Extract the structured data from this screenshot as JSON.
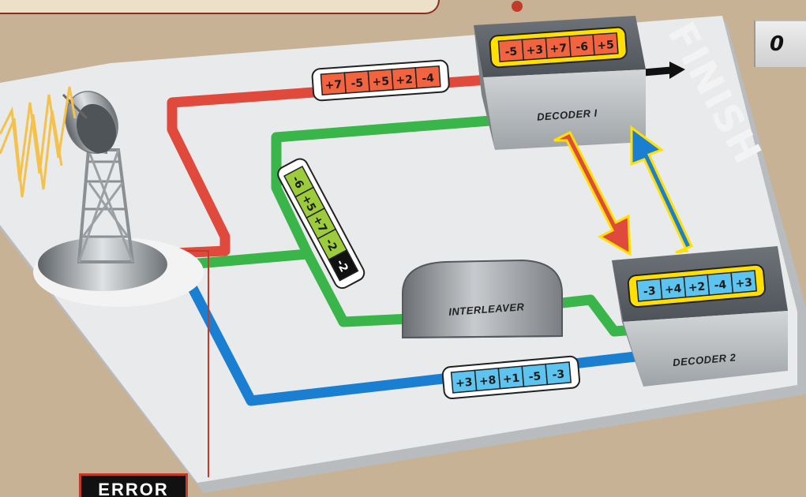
{
  "labels": {
    "finish": "FINISH",
    "decoder1": "DECODER I",
    "decoder2": "DECODER 2",
    "interleaver": "INTERLEAVER",
    "error": "ERROR",
    "counter": "0"
  },
  "sequences": {
    "red_input": [
      "+7",
      "-5",
      "+5",
      "+2",
      "-4"
    ],
    "decoder1_output": [
      "-5",
      "+3",
      "+7",
      "-6",
      "+5"
    ],
    "green_input": [
      "-6",
      "+5",
      "+7",
      "-2",
      "-2"
    ],
    "decoder2_output": [
      "-3",
      "+4",
      "+2",
      "-4",
      "+3"
    ],
    "blue_input": [
      "+3",
      "+8",
      "+1",
      "-5",
      "-3"
    ]
  },
  "colors": {
    "red_path": "#e04a3c",
    "green_path": "#3ab54a",
    "blue_path": "#1b7fd1",
    "red_cell": "#f2633f",
    "green_cell": "#9ccc3c",
    "blue_cell": "#5cc4ee",
    "highlight": "#ffe000",
    "board": "#e4e6e8"
  }
}
